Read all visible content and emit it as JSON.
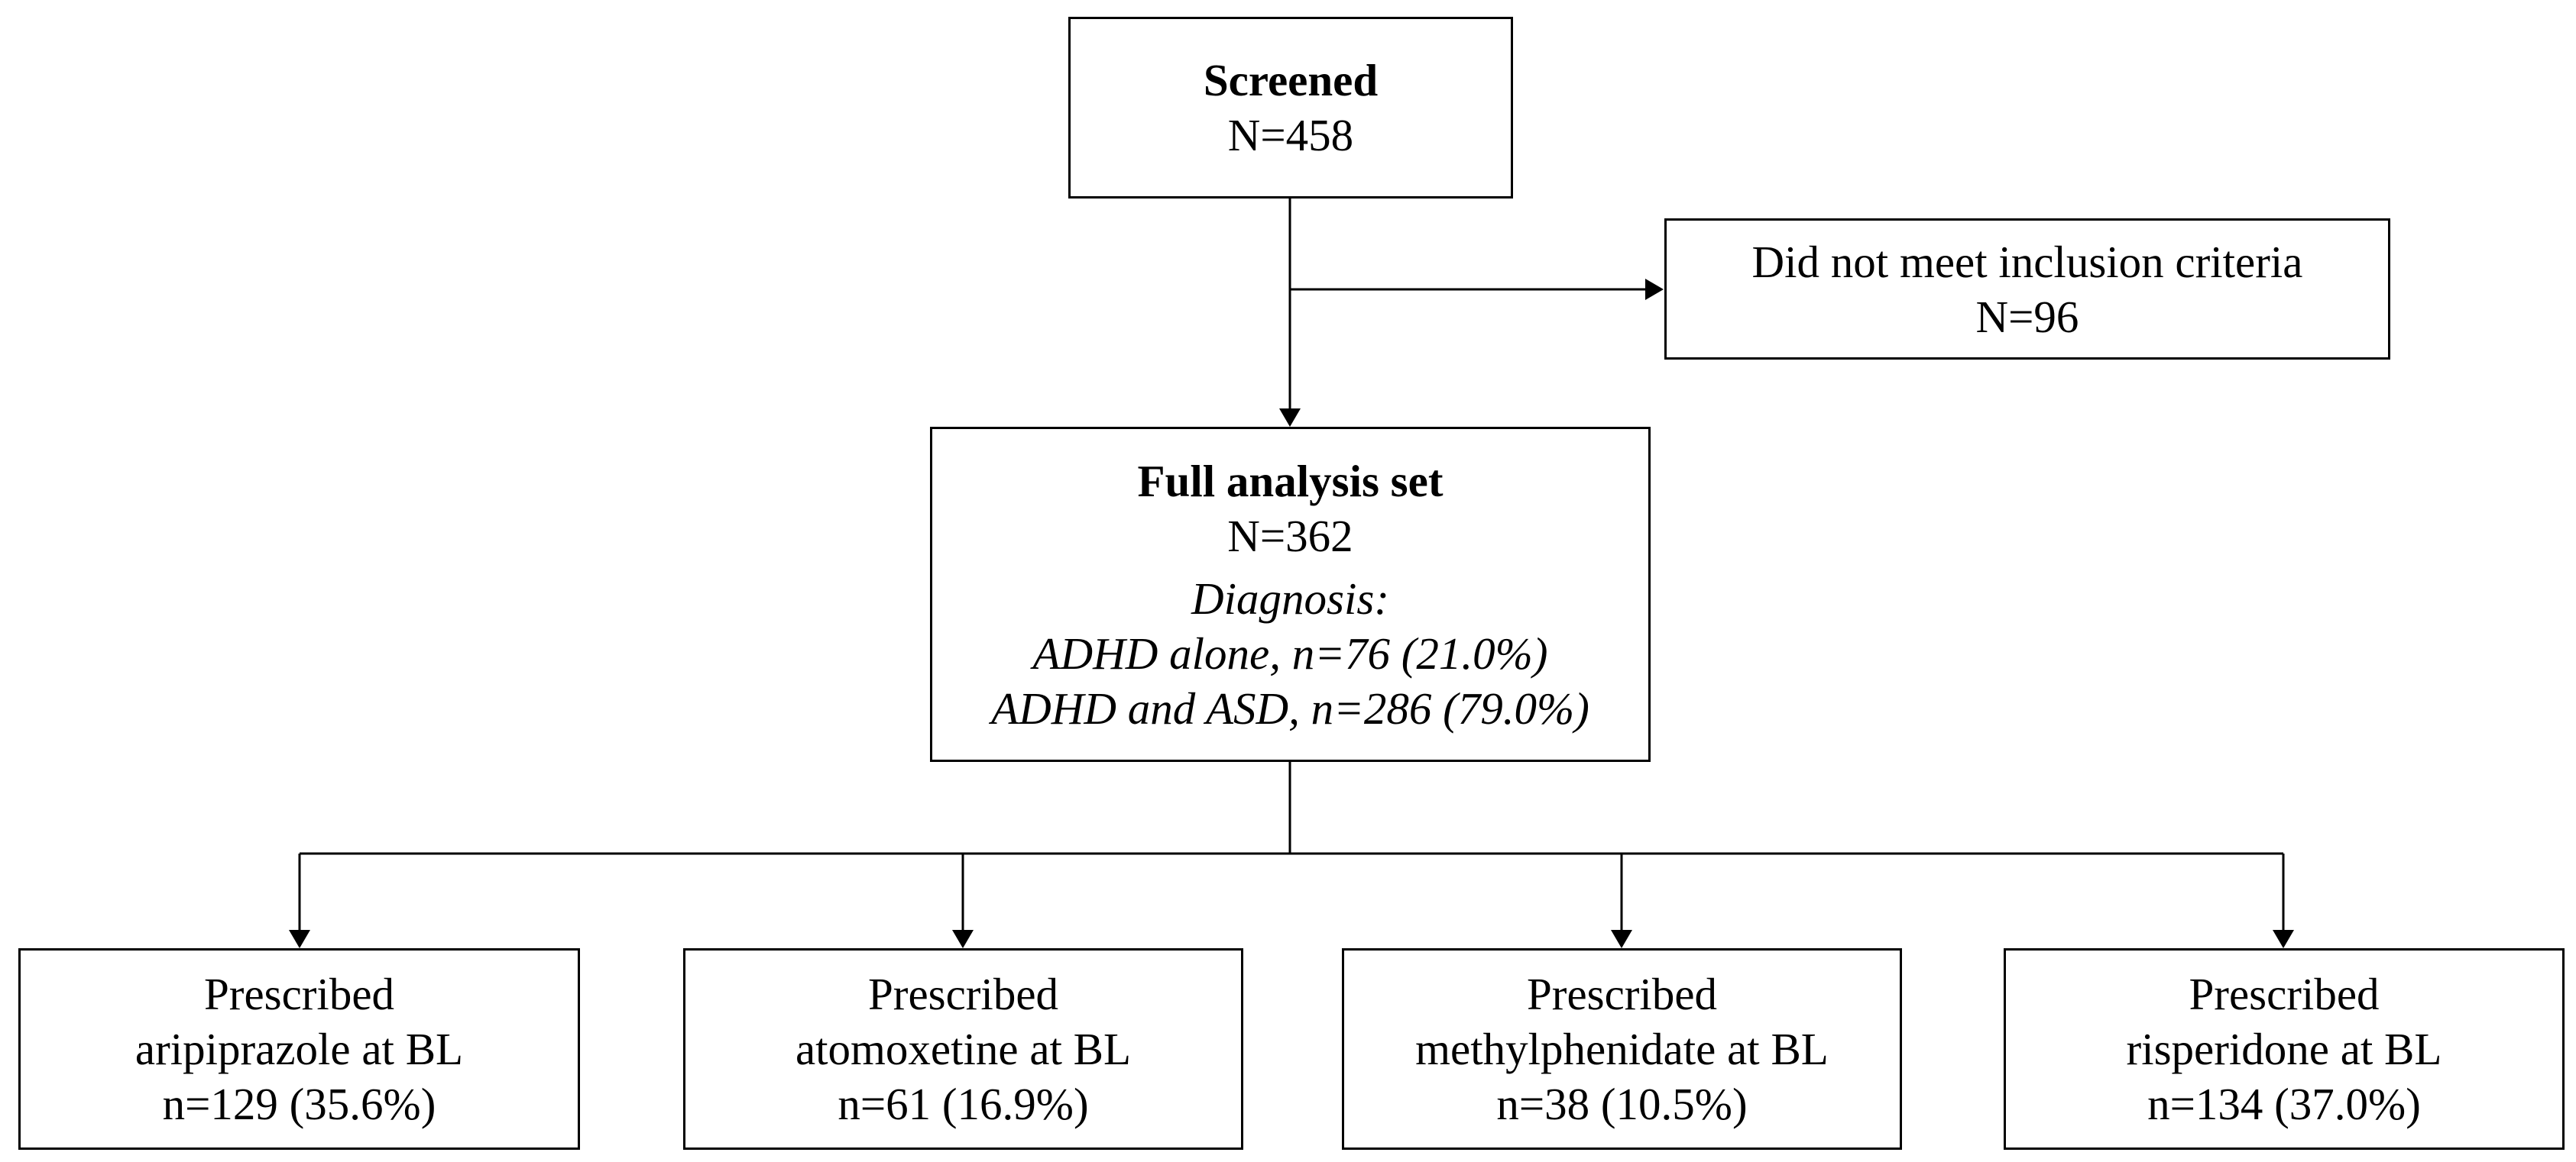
{
  "screened": {
    "title": "Screened",
    "count": "N=458"
  },
  "excluded": {
    "label": "Did not meet inclusion criteria",
    "count": "N=96"
  },
  "full_analysis_set": {
    "title": "Full analysis set",
    "count": "N=362",
    "diagnosis_heading": "Diagnosis:",
    "diagnosis_lines": [
      "ADHD alone, n=76 (21.0%)",
      "ADHD and ASD, n=286 (79.0%)"
    ]
  },
  "arms": [
    {
      "line1": "Prescribed",
      "line2": "aripiprazole at BL",
      "line3": "n=129 (35.6%)"
    },
    {
      "line1": "Prescribed",
      "line2": "atomoxetine at BL",
      "line3": "n=61 (16.9%)"
    },
    {
      "line1": "Prescribed",
      "line2": "methylphenidate at BL",
      "line3": "n=38 (10.5%)"
    },
    {
      "line1": "Prescribed",
      "line2": "risperidone at BL",
      "line3": "n=134 (37.0%)"
    }
  ]
}
